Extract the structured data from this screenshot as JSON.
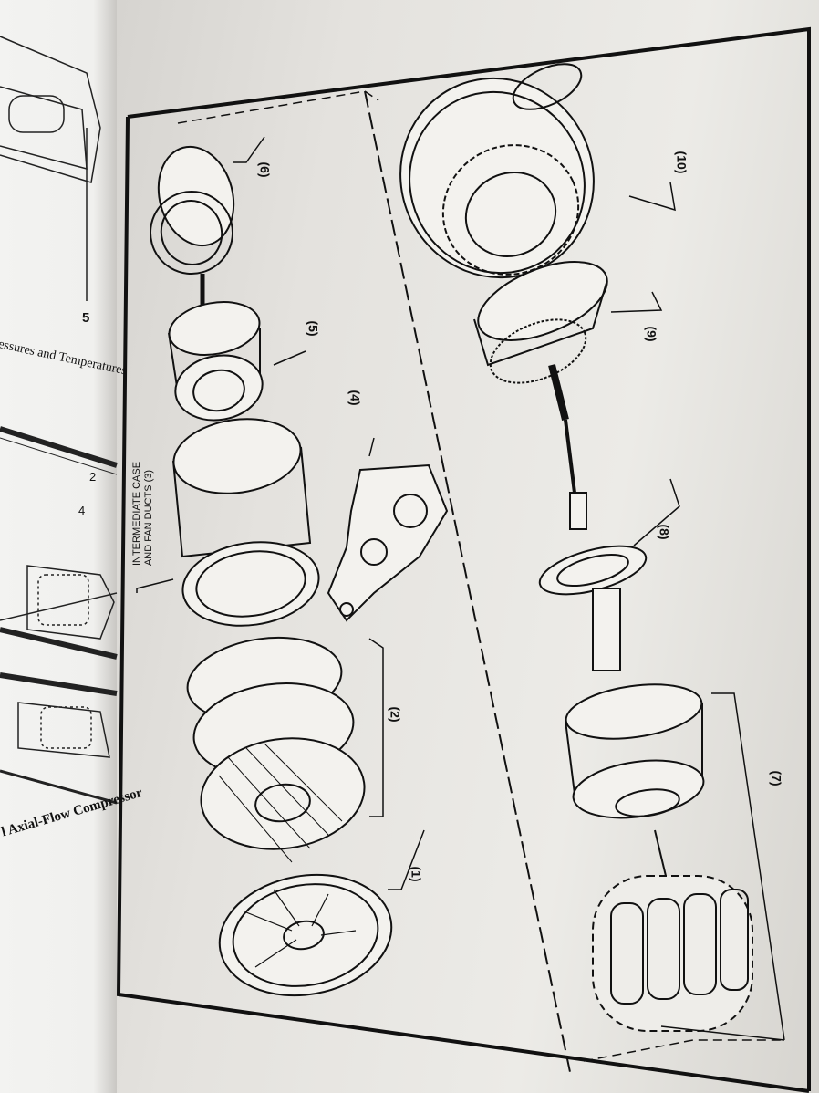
{
  "left_page": {
    "number_5": "5",
    "caption_pressures": "essures and Temperatures",
    "callout_2": "2",
    "callout_4": "4",
    "caption_axial": "l Axial-Flow Compressor"
  },
  "diagram": {
    "callouts": {
      "c1": "(1)",
      "c2": "(2)",
      "c3": "INTERMEDIATE CASE\nAND FAN DUCTS (3)",
      "c4": "(4)",
      "c5": "(5)",
      "c6": "(6)",
      "c7": "(7)",
      "c8": "(8)",
      "c9": "(9)",
      "c10": "(10)"
    }
  }
}
